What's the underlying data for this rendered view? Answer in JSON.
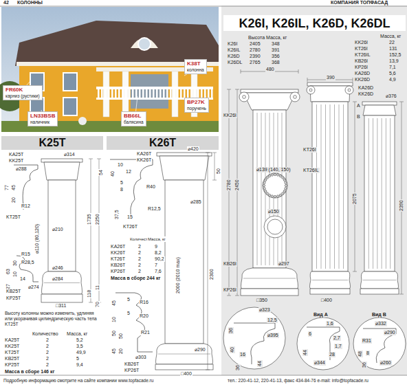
{
  "diagram": {
    "nodes": [
      {
        "text": [
          "K25T"
        ]
      },
      {
        "text": [
          "K26T"
        ]
      },
      {
        "text": [
          "K26I, K26IL, K26D, K26DL"
        ]
      },
      {
        "text": [
          "FR60K",
          "карниз (рустики)"
        ]
      },
      {
        "text": [
          "K38T",
          "колонна"
        ]
      },
      {
        "text": [
          "LN33BSB",
          "наличник"
        ]
      },
      {
        "text": [
          "BB66L",
          "балясина"
        ]
      },
      {
        "text": [
          "BP27K",
          "поручень"
        ]
      }
    ],
    "labels": [
      "42",
      "КОЛОННЫ",
      "КОМПАНИЯ ТОПФАСАД",
      "Подробную информацию смотрите на сайте компании www.topfacade.ru",
      "тел.: 220-41-12, 220-41-13, факс 434-84-76 e-mail: info@topfacade.ru",
      "KA25T",
      "KK25T",
      "⌀314",
      "⌀288",
      "54",
      "45",
      "77",
      "20",
      "R12",
      "KT25T",
      "⌀210",
      "⌀110 (80,120)",
      "1735",
      "2250",
      "R15",
      "63",
      "30",
      "10",
      "R28,5",
      "⌀246",
      "14",
      "⌀284",
      "27",
      "⌀274",
      "118",
      "11",
      "KB25T",
      "70",
      "KP25T",
      "□311",
      "Высоту колонны можно изменить, удлиняя или укорачивая цилиндрическую часть тела KT25T",
      "Количество",
      "Масса, кг",
      "KA25T",
      "2",
      "5,2",
      "KK25T",
      "2",
      "3,5",
      "KT25T",
      "2",
      "49,9",
      "KB25T",
      "2",
      "5",
      "KP25T",
      "2",
      "9,4",
      "Масса в сборе 146 кг",
      "KA26T",
      "KK26T",
      "⌀420",
      "40",
      "10",
      "12",
      "50",
      "R40",
      "5",
      "8",
      "⌀285",
      "37,5",
      "R12,5",
      "15",
      "KT26T",
      "2000 (2010 max)",
      "2300",
      "Количество",
      "Масса, кг",
      "KA26T",
      "2",
      "9",
      "KK26T",
      "2",
      "8,2",
      "KT26T",
      "2",
      "90,2",
      "KB26T",
      "2",
      "7",
      "KP26T",
      "2",
      "7,6",
      "Масса в сборе 244 кг",
      "45",
      "5",
      "R16",
      "10",
      "5",
      "R20",
      "50",
      "50",
      "R21",
      "45",
      "20",
      "⌀290",
      "⌀303",
      "KB26T",
      "KP26T",
      "□400",
      "Высота",
      "Масса, кг",
      "K26I",
      "2405",
      "348",
      "K26IL",
      "2780",
      "391",
      "K26D",
      "2390",
      "356",
      "K26DL",
      "2765",
      "368",
      "Масса, кг",
      "KK26I",
      "22",
      "KT26I",
      "131",
      "KT26IL",
      "152,5",
      "KB26I",
      "13,9",
      "KP26I",
      "7,1",
      "KA26D",
      "5,6",
      "KK26D",
      "4,9",
      "480",
      "390",
      "KA26D",
      "KK26D",
      "⌀376",
      "A",
      "B",
      "KK26I",
      "2780",
      "2450",
      "KT26I",
      "KT26IL",
      "⌀139 (140, 150)",
      "⌀150",
      "2075",
      "2390",
      "⌀297",
      "KB26I",
      "KP26I",
      "□350",
      "□400",
      "⌀323",
      "36",
      "12,5",
      "⌀395",
      "40",
      "16",
      "36",
      "44",
      "Вид А",
      "1,6",
      "6",
      "2,7",
      "44",
      "1,7",
      "⌀344",
      "28",
      "Вид В",
      "⌀332",
      "⌀290",
      "R31",
      "48",
      "8",
      "36",
      "⌀260"
    ]
  }
}
